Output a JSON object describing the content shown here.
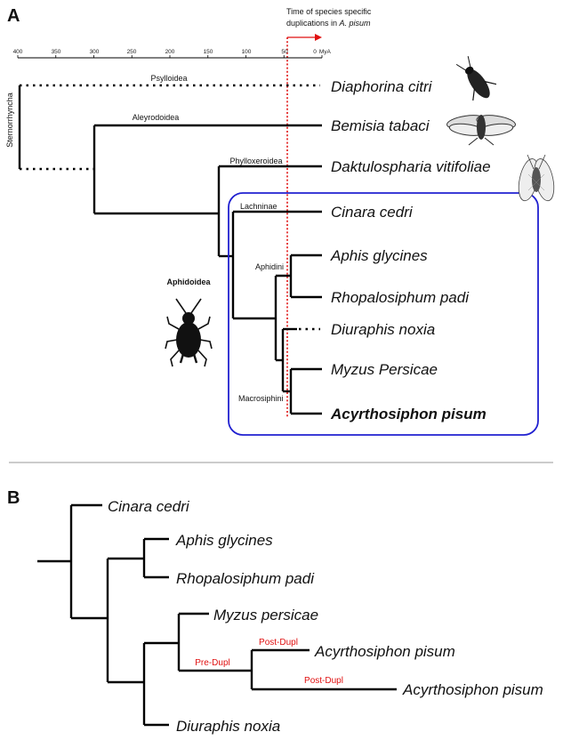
{
  "panel_a": {
    "label": "A",
    "annotation": {
      "line1": "Time of species specific",
      "line2_prefix": "duplications in ",
      "line2_italic": "A. pisum"
    },
    "timescale": {
      "ticks": [
        "400",
        "350",
        "300",
        "250",
        "200",
        "150",
        "100",
        "50",
        "0"
      ],
      "unit": "MyA"
    },
    "clades": {
      "sternorrhyncha": "Sternorrhyncha",
      "psylloidea": "Psylloidea",
      "aleyrodoidea": "Aleyrodoidea",
      "phylloxeroidea": "Phylloxeroidea",
      "aphidoidea": "Aphidoidea",
      "lachninae": "Lachninae",
      "aphidini": "Aphidini",
      "macrosiphini": "Macrosiphini"
    },
    "species": {
      "diaphorina": "Diaphorina citri",
      "bemisia": "Bemisia tabaci",
      "daktulosphaira": "Daktulospharia vitifoliae",
      "cinara": "Cinara cedri",
      "aphis": "Aphis glycines",
      "rhopalosiphum": "Rhopalosiphum padi",
      "diuraphis": "Diuraphis noxia",
      "myzus": "Myzus Persicae",
      "acyrthosiphon": "Acyrthosiphon pisum"
    },
    "colors": {
      "box": "#2020d0",
      "marker": "#e01010"
    }
  },
  "panel_b": {
    "label": "B",
    "species": {
      "cinara": "Cinara cedri",
      "aphis": "Aphis glycines",
      "rhopalosiphum": "Rhopalosiphum padi",
      "myzus": "Myzus persicae",
      "acyrthosiphon_1": "Acyrthosiphon pisum",
      "acyrthosiphon_2": "Acyrthosiphon pisum",
      "diuraphis": "Diuraphis noxia"
    },
    "events": {
      "pre_dupl": "Pre-Dupl",
      "post_dupl_1": "Post-Dupl",
      "post_dupl_2": "Post-Dupl"
    }
  }
}
